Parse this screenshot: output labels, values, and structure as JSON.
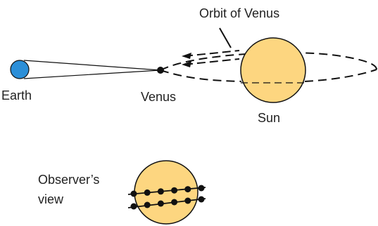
{
  "labels": {
    "orbit": "Orbit of Venus",
    "earth": "Earth",
    "venus": "Venus",
    "sun": "Sun",
    "observer_line1": "Observer’s",
    "observer_line2": "view"
  },
  "colors": {
    "sun_fill": "#FDD680",
    "earth_fill": "#2C8FD8",
    "line": "#111111",
    "text": "#222222"
  },
  "observer_view": {
    "transit_tracks": [
      {
        "dots": 6
      },
      {
        "dots": 6
      }
    ]
  }
}
